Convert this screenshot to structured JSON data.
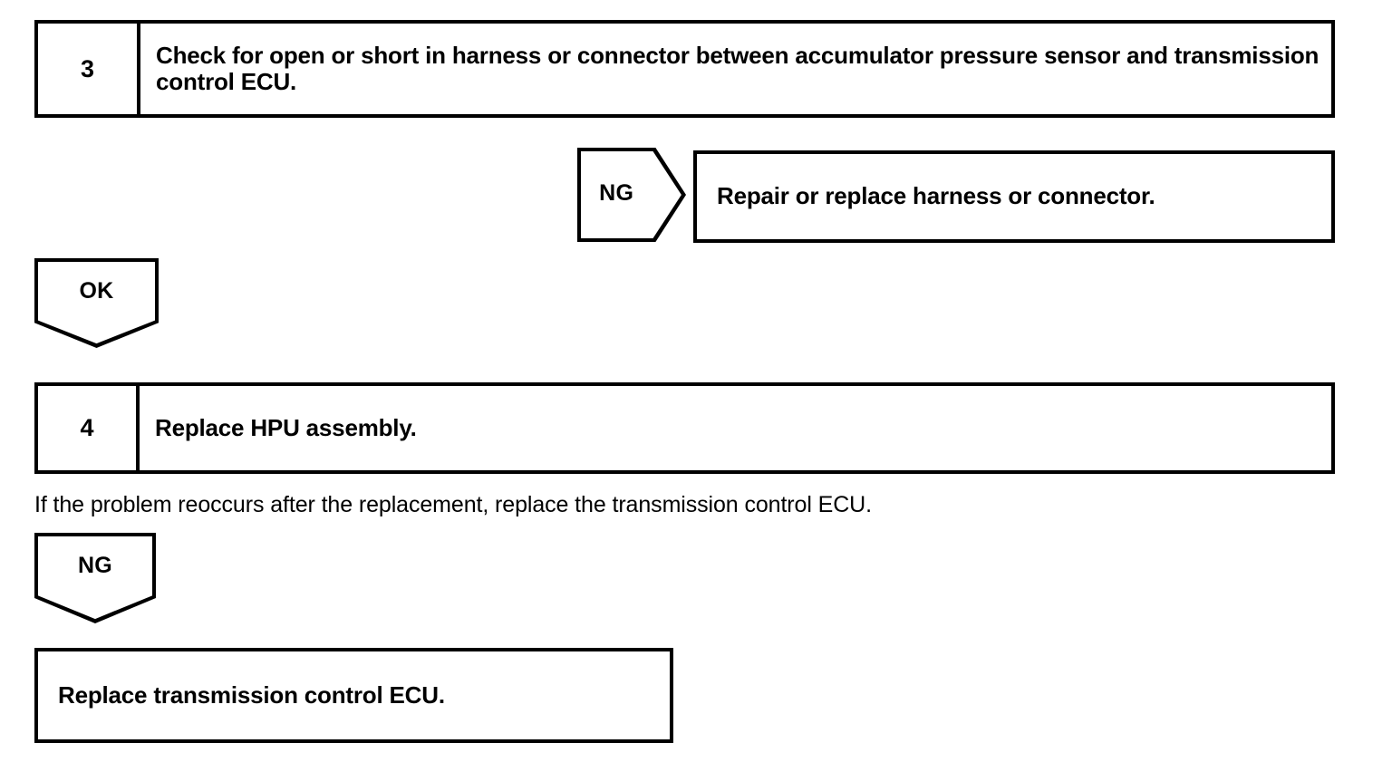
{
  "document": {
    "type": "troubleshooting-flowchart",
    "ink_color": "#000000",
    "background_color": "#ffffff"
  },
  "steps": [
    {
      "number": "3",
      "text": "Check for open or short in harness or connector between accumulator pressure sensor and transmission control ECU."
    },
    {
      "number": "4",
      "text": "Replace HPU assembly."
    }
  ],
  "arrows": [
    {
      "label": "NG",
      "direction": "right"
    },
    {
      "label": "OK",
      "direction": "down"
    },
    {
      "label": "NG",
      "direction": "down"
    }
  ],
  "results": [
    {
      "text": "Repair or replace harness or connector."
    },
    {
      "text": "Replace transmission control ECU."
    }
  ],
  "notes": [
    {
      "text": "If the problem reoccurs after the replacement, replace the transmission control ECU."
    }
  ]
}
